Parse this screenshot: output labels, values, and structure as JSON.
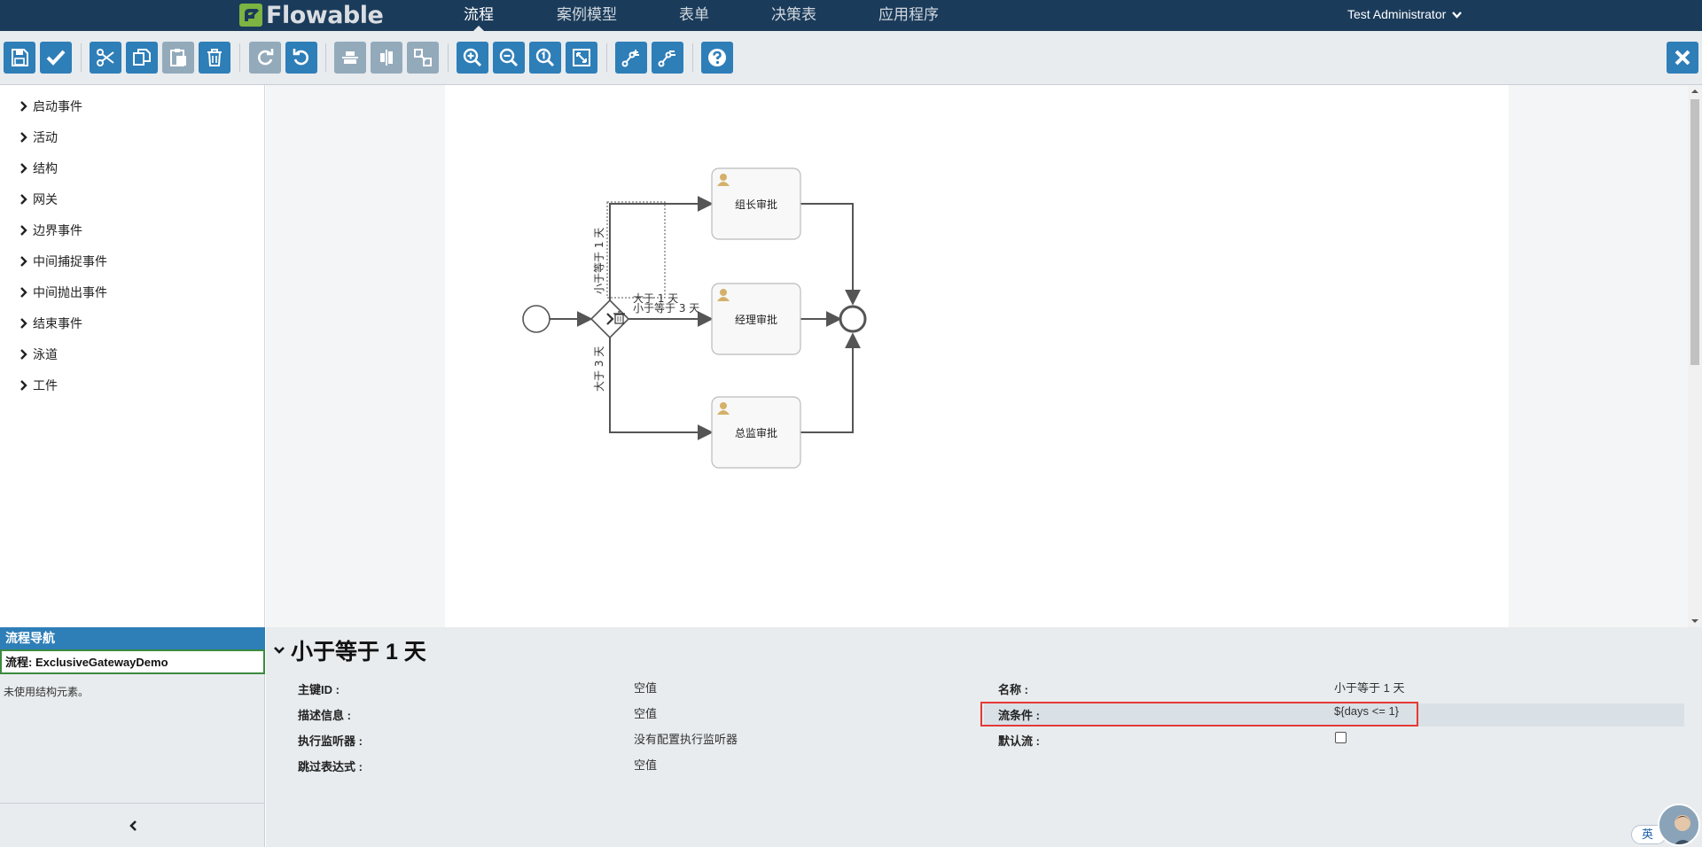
{
  "app": {
    "logo_text": "Flowable"
  },
  "nav": {
    "items": [
      {
        "label": "流程",
        "active": true
      },
      {
        "label": "案例模型",
        "active": false
      },
      {
        "label": "表单",
        "active": false
      },
      {
        "label": "决策表",
        "active": false
      },
      {
        "label": "应用程序",
        "active": false
      }
    ],
    "user": "Test Administrator"
  },
  "toolbar": {
    "buttons": [
      {
        "name": "save-button",
        "icon": "save-icon",
        "enabled": true
      },
      {
        "name": "validate-button",
        "icon": "check-icon",
        "enabled": true
      },
      {
        "name": "cut-button",
        "icon": "scissors-icon",
        "enabled": true
      },
      {
        "name": "copy-button",
        "icon": "copy-icon",
        "enabled": true
      },
      {
        "name": "paste-button",
        "icon": "paste-icon",
        "enabled": false
      },
      {
        "name": "delete-button",
        "icon": "trash-icon",
        "enabled": true
      },
      {
        "name": "redo-button",
        "icon": "redo-icon",
        "enabled": false
      },
      {
        "name": "undo-button",
        "icon": "undo-icon",
        "enabled": true
      },
      {
        "name": "align-horizontal-button",
        "icon": "align-horizontal-icon",
        "enabled": false
      },
      {
        "name": "align-vertical-button",
        "icon": "align-vertical-icon",
        "enabled": false
      },
      {
        "name": "same-size-button",
        "icon": "same-size-icon",
        "enabled": false
      },
      {
        "name": "zoom-in-button",
        "icon": "zoom-in-icon",
        "enabled": true
      },
      {
        "name": "zoom-out-button",
        "icon": "zoom-out-icon",
        "enabled": true
      },
      {
        "name": "zoom-actual-button",
        "icon": "zoom-actual-icon",
        "enabled": true
      },
      {
        "name": "zoom-fit-button",
        "icon": "zoom-fit-icon",
        "enabled": true
      },
      {
        "name": "add-bendpoint-button",
        "icon": "bendpoint-add-icon",
        "enabled": true
      },
      {
        "name": "remove-bendpoint-button",
        "icon": "bendpoint-remove-icon",
        "enabled": true
      },
      {
        "name": "help-button",
        "icon": "question-icon",
        "enabled": true
      }
    ],
    "close_icon": "close-icon"
  },
  "palette": {
    "groups": [
      "启动事件",
      "活动",
      "结构",
      "网关",
      "边界事件",
      "中间捕捉事件",
      "中间抛出事件",
      "结束事件",
      "泳道",
      "工件"
    ]
  },
  "diagram": {
    "tasks": [
      "组长审批",
      "经理审批",
      "总监审批"
    ],
    "flow_labels": {
      "lte1": "小于等于 1 天",
      "gt1": "大于 1 天",
      "lte3": "小于等于 3 天",
      "gt3": "大于 3 天"
    }
  },
  "nav_panel": {
    "title": "流程导航",
    "process": "流程: ExclusiveGatewayDemo",
    "empty_text": "未使用结构元素。"
  },
  "properties": {
    "title": "小于等于 1 天",
    "left": [
      {
        "label": "主键ID :",
        "value": "空值"
      },
      {
        "label": "描述信息 :",
        "value": "空值"
      },
      {
        "label": "执行监听器 :",
        "value": "没有配置执行监听器"
      },
      {
        "label": "跳过表达式 :",
        "value": "空值"
      }
    ],
    "right": [
      {
        "label": "名称 :",
        "value": "小于等于 1 天"
      },
      {
        "label": "流条件 :",
        "value": "${days <= 1}"
      },
      {
        "label": "默认流 :",
        "value": ""
      }
    ],
    "default_flow_checked": false
  },
  "ime": {
    "label": "英"
  },
  "colors": {
    "topbar": "#1b3b5a",
    "button": "#2e7eb8",
    "button_disabled": "#93aabb",
    "logo_green": "#7cb342",
    "highlight": "#e53935"
  }
}
